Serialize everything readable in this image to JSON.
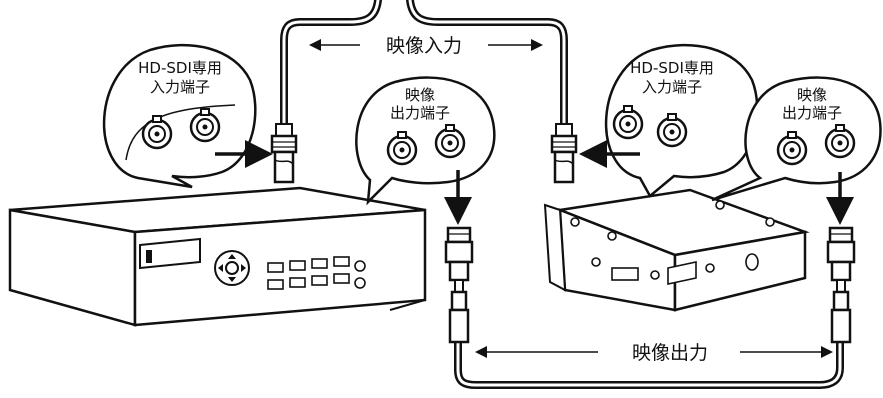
{
  "labels": {
    "video_input": "映像入力",
    "video_output": "映像出力",
    "left_callout_in_line1": "HD-SDI専用",
    "left_callout_in_line2": "入力端子",
    "left_callout_out_line1": "映像",
    "left_callout_out_line2": "出力端子",
    "right_callout_in_line1": "HD-SDI専用",
    "right_callout_in_line2": "入力端子",
    "right_callout_out_line1": "映像",
    "right_callout_out_line2": "出力端子"
  }
}
